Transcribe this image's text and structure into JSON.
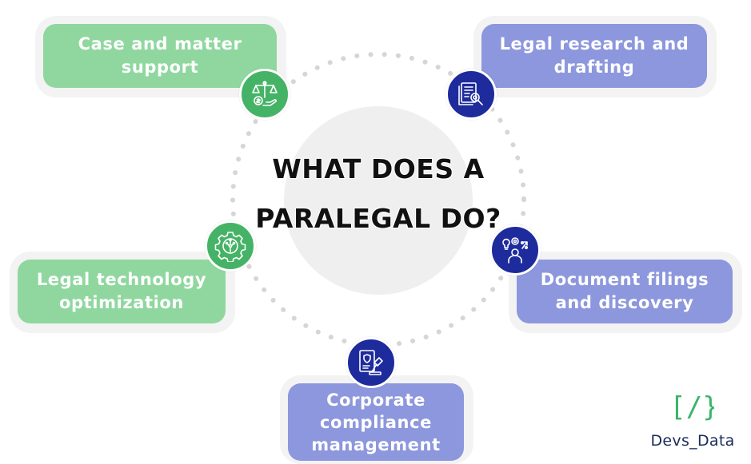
{
  "title": "WHAT DOES A PARALEGAL DO?",
  "title_lines": [
    "WHAT DOES A",
    "PARALEGAL DO?"
  ],
  "colors": {
    "green_card": "#8fd79f",
    "green_badge": "#45b366",
    "purple_card": "#8c97dd",
    "navy_badge": "#1e2b9c",
    "halo": "#f3f3f3",
    "center_disc": "#efefef",
    "logo_green": "#3bb56b",
    "logo_navy": "#1a2c5c"
  },
  "items": [
    {
      "id": "case-support",
      "label": "Case and matter\nsupport",
      "icon": "scales-money-icon",
      "color": "green"
    },
    {
      "id": "legal-research",
      "label": "Legal research and\ndrafting",
      "icon": "document-search-icon",
      "color": "purple"
    },
    {
      "id": "legal-technology",
      "label": "Legal technology\noptimization",
      "icon": "gear-circuit-icon",
      "color": "green"
    },
    {
      "id": "document-filings",
      "label": "Document filings\nand discovery",
      "icon": "person-ideas-icon",
      "color": "purple"
    },
    {
      "id": "corporate-compliance",
      "label": "Corporate\ncompliance\nmanagement",
      "icon": "gavel-document-icon",
      "color": "purple"
    }
  ],
  "logo": {
    "mark": "[/}",
    "text": "Devs_Data"
  }
}
